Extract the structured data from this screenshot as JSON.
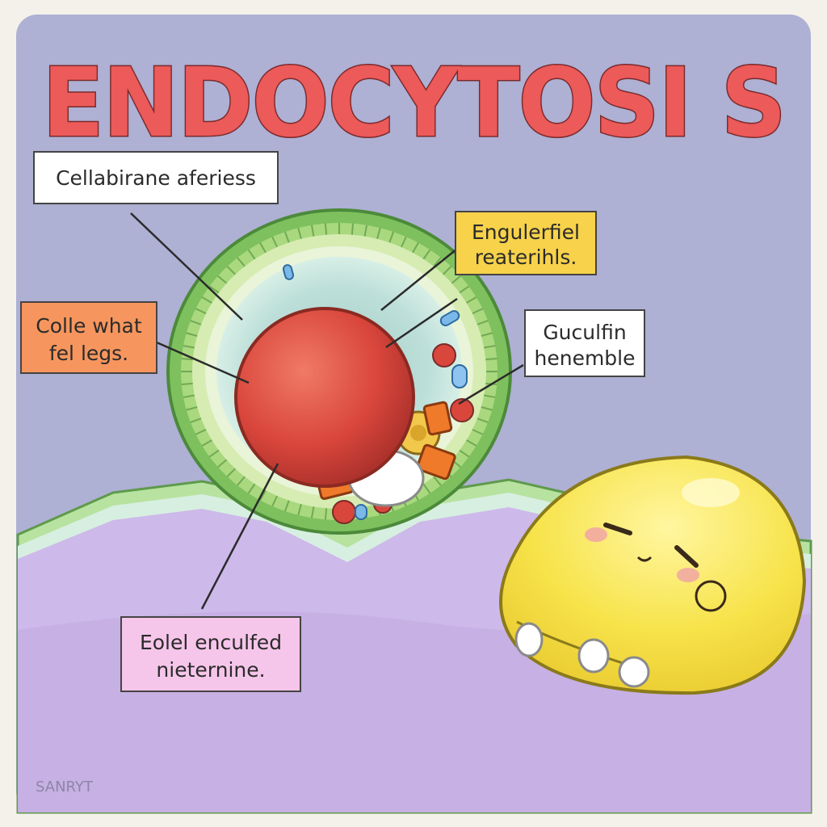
{
  "title": "ENDOCYTOSI S",
  "labels": {
    "membrane": "Cellabirane aferiess",
    "engulf_1": "Engulerfiel",
    "engulf_2": "reaterihls.",
    "colle_1": "Colle what",
    "colle_2": "fel legs.",
    "gucul_1": "Guculfin",
    "gucul_2": "henemble",
    "eolel_1": "Eolel enculfed",
    "eolel_2": "nieternine."
  },
  "signature": "SANRYT",
  "colors": {
    "background": "#aeb0d4",
    "title": "#ec5a5a",
    "membrane_outer": "#8bc86a",
    "cytoplasm": "#bfe0da",
    "nucleus": "#d9463c",
    "ground": "#cdb9ea",
    "blob": "#f7e34a",
    "label_white": "#ffffff",
    "label_yellow": "#f7d24a",
    "label_orange": "#f6965e",
    "label_pink": "#f6c6ea"
  },
  "icons": [
    "cell-icon",
    "nucleus-icon",
    "blob-character-icon"
  ]
}
